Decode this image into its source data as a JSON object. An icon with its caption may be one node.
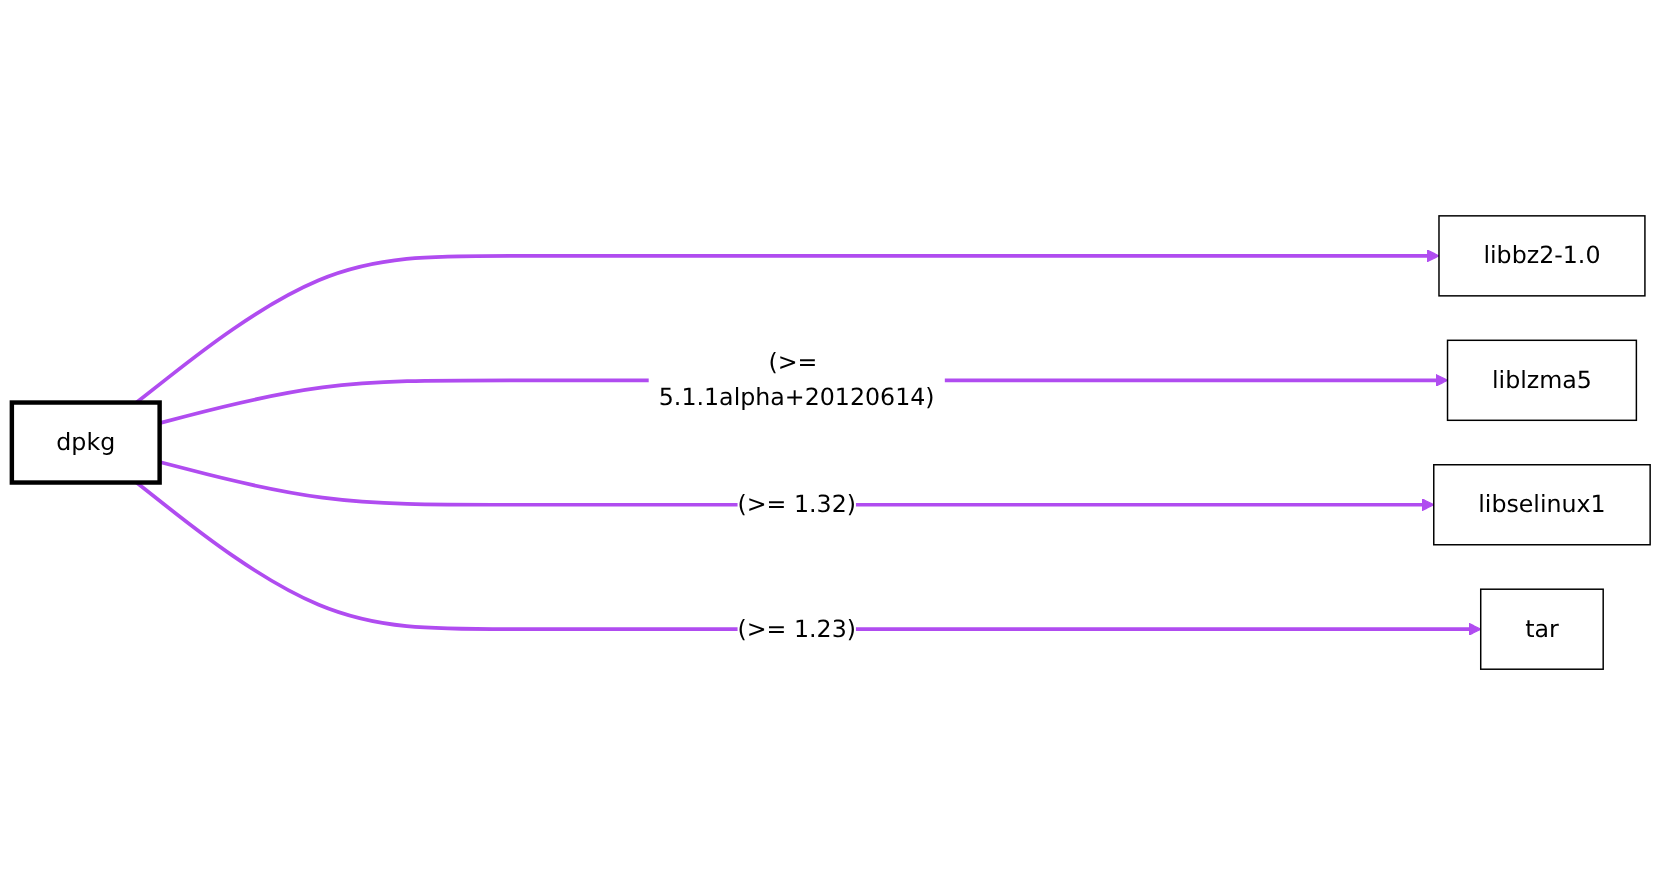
{
  "diagram": {
    "nodes": [
      {
        "text": [
          "dpkg"
        ]
      },
      {
        "text": [
          "libbz2-1.0"
        ]
      },
      {
        "text": [
          "liblzma5"
        ]
      },
      {
        "text": [
          "libselinux1"
        ]
      },
      {
        "text": [
          "tar"
        ]
      }
    ],
    "edges": [
      {
        "from": 0,
        "to": 1,
        "arrow": "to"
      },
      {
        "from": 0,
        "to": 2,
        "label": "(>= 5.1.1alpha+20120614)",
        "arrow": "to"
      },
      {
        "from": 0,
        "to": 3,
        "label": "(>= 1.32)",
        "arrow": "to"
      },
      {
        "from": 0,
        "to": 4,
        "label": "(>= 1.23)",
        "arrow": "to"
      }
    ]
  }
}
